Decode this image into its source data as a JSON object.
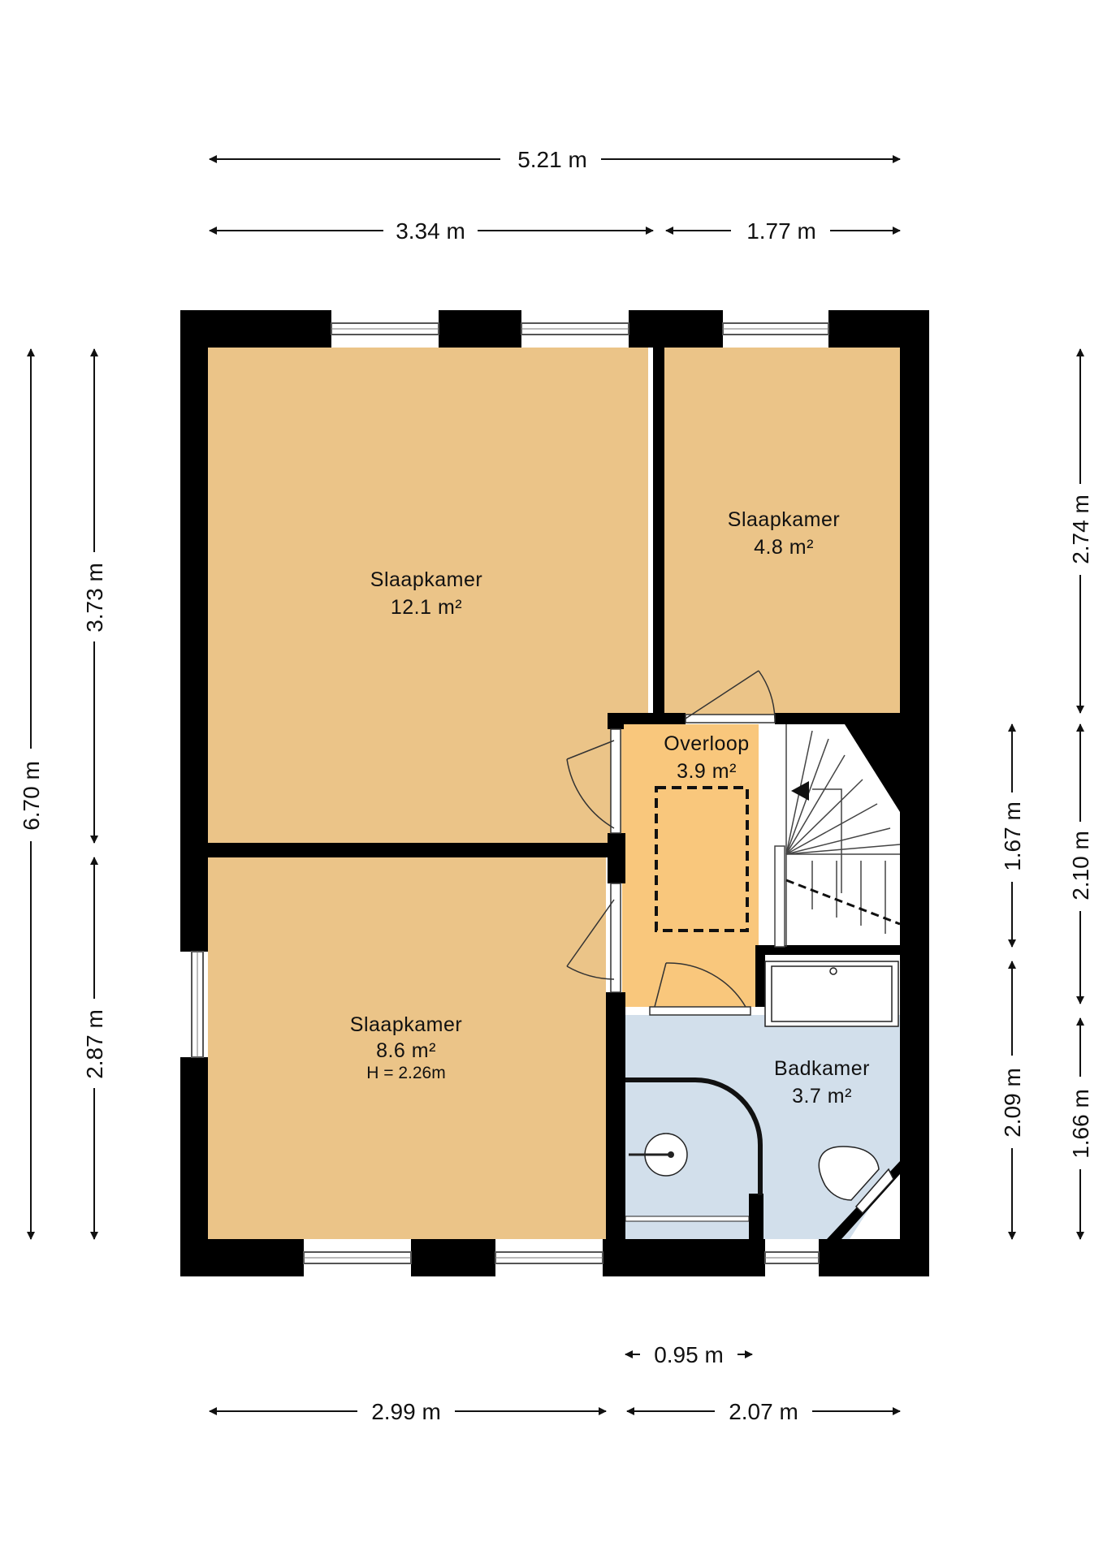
{
  "colors": {
    "wall": "#000000",
    "bedroom": "#EBC488",
    "landing": "#F9C77C",
    "bathroom": "#D2DFEB",
    "background": "#FFFFFF"
  },
  "rooms": {
    "bedroom_large": {
      "name": "Slaapkamer",
      "area": "12.1 m²"
    },
    "bedroom_small": {
      "name": "Slaapkamer",
      "area": "4.8 m²"
    },
    "landing": {
      "name": "Overloop",
      "area": "3.9 m²"
    },
    "bedroom_lower": {
      "name": "Slaapkamer",
      "area": "8.6 m²",
      "height": "H = 2.26m"
    },
    "bathroom": {
      "name": "Badkamer",
      "area": "3.7 m²"
    }
  },
  "dimensions": {
    "top_total": "5.21 m",
    "top_left": "3.34 m",
    "top_right": "1.77 m",
    "left_total": "6.70 m",
    "left_upper": "3.73 m",
    "left_lower": "2.87 m",
    "right_outer_top": "2.74 m",
    "right_outer_mid": "2.10 m",
    "right_outer_bottom": "1.66 m",
    "right_inner_top": "1.67 m",
    "right_inner_bottom": "2.09 m",
    "bottom_small": "0.95 m",
    "bottom_left": "2.99 m",
    "bottom_right": "2.07 m"
  },
  "icons": [
    "door-swing-icon",
    "window-icon",
    "staircase-icon",
    "shower-icon",
    "toilet-icon",
    "sink-icon",
    "attic-hatch-icon",
    "arrow-icon"
  ]
}
